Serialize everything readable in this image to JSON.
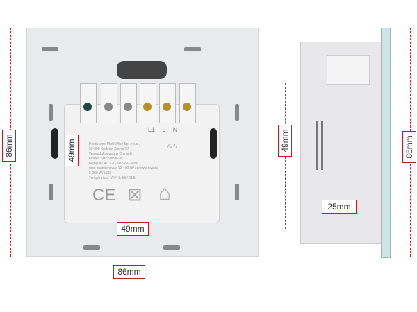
{
  "dimensions": {
    "front_height": "86mm",
    "front_width": "86mm",
    "module_height": "49mm",
    "module_width": "49mm",
    "side_depth": "25mm",
    "side_module_height": "49mm",
    "side_height": "86mm"
  },
  "terminal_labels": [
    "L1",
    "L",
    "N"
  ],
  "label_text": [
    "Producent: MultiOffice Sp. z o.o.,",
    "39-300 Kraków, Zawiła 57",
    "Wyprodukowano w Chinach",
    "model: SH-SWWIF-W1",
    "napięcie: AC 220-240V/50-60Hz",
    "moc znamionowa: 10-400 W/ żarówki światła",
    "5-200 W/ LED",
    "Temperatura: WiFi 2.4G / BLE"
  ],
  "logo": "ART",
  "marks": [
    "CE",
    "weee-bin",
    "indoor-use"
  ],
  "colors": {
    "dimension": "#c0282c",
    "plate": "#e9eaec",
    "glass": "#cfe3e2"
  }
}
